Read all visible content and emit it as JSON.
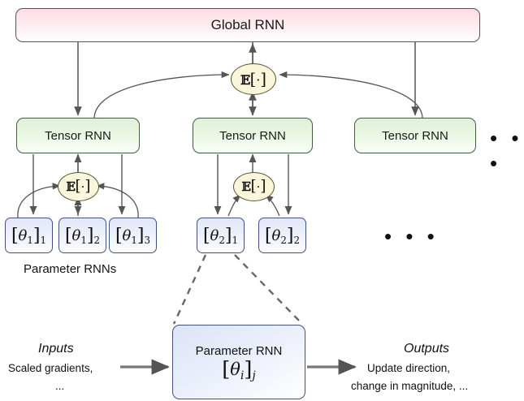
{
  "diagram": {
    "title_node": {
      "label": "Global RNN"
    },
    "tensor_rnns": [
      {
        "label": "Tensor RNN"
      },
      {
        "label": "Tensor RNN"
      },
      {
        "label": "Tensor RNN"
      }
    ],
    "expectation_nodes": [
      {
        "name": "global-expectation",
        "symbol": "E",
        "bracket_open": "[",
        "dot": "·",
        "bracket_close": "]"
      },
      {
        "name": "tensor1-expectation",
        "symbol": "E",
        "bracket_open": "[",
        "dot": "·",
        "bracket_close": "]"
      },
      {
        "name": "tensor2-expectation",
        "symbol": "E",
        "bracket_open": "[",
        "dot": "·",
        "bracket_close": "]"
      }
    ],
    "parameter_boxes_group1": [
      {
        "theta": "θ",
        "outer_sub": "1",
        "inner_sub": "1"
      },
      {
        "theta": "θ",
        "outer_sub": "1",
        "inner_sub": "2"
      },
      {
        "theta": "θ",
        "outer_sub": "1",
        "inner_sub": "3"
      }
    ],
    "parameter_boxes_group2": [
      {
        "theta": "θ",
        "outer_sub": "2",
        "inner_sub": "1"
      },
      {
        "theta": "θ",
        "outer_sub": "2",
        "inner_sub": "2"
      }
    ],
    "labels": {
      "parameter_rnns": "Parameter RNNs",
      "inputs_heading": "Inputs",
      "inputs_line1": "Scaled gradients,",
      "inputs_line2": "...",
      "outputs_heading": "Outputs",
      "outputs_line1": "Update direction,",
      "outputs_line2": "change in magnitude, ..."
    },
    "ellipses": {
      "tensor_level": "• • •",
      "parameter_level": "• • •"
    },
    "detail_box": {
      "title": "Parameter RNN",
      "theta": "θ",
      "outer_sub": "i",
      "inner_sub": "j"
    },
    "colors": {
      "global_fill": "#fbdde4",
      "global_stroke": "#6b4a50",
      "tensor_fill": "#dff0d8",
      "tensor_stroke": "#3f5e3f",
      "param_fill": "#e3e8f7",
      "param_stroke": "#41527e",
      "expectation_fill": "#faf6dc",
      "expectation_stroke": "#5b5233",
      "arrow": "#555555",
      "dashed": "#666666"
    }
  }
}
